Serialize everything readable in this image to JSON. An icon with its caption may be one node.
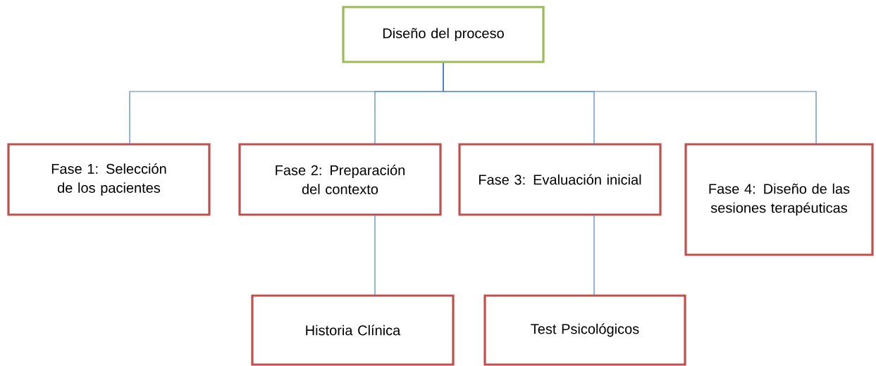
{
  "diagram": {
    "nodes": [
      {
        "text": [
          "Diseño del proceso"
        ]
      },
      {
        "text": [
          "Fase 1: Selección de los pacientes"
        ]
      },
      {
        "text": [
          "Fase 2: Preparación del contexto"
        ]
      },
      {
        "text": [
          "Fase 3: Evaluación inicial"
        ]
      },
      {
        "text": [
          "Fase 4: Diseño de las sesiones terapéuticas"
        ]
      },
      {
        "text": [
          "Historia Clínica"
        ]
      },
      {
        "text": [
          "Test Psicológicos"
        ]
      }
    ],
    "edges": [
      {
        "from": 0,
        "to": 1,
        "arrow": "none"
      },
      {
        "from": 0,
        "to": 2,
        "arrow": "none"
      },
      {
        "from": 0,
        "to": 3,
        "arrow": "none"
      },
      {
        "from": 0,
        "to": 4,
        "arrow": "none"
      },
      {
        "from": 2,
        "to": 5,
        "arrow": "none"
      },
      {
        "from": 3,
        "to": 6,
        "arrow": "none"
      }
    ]
  }
}
